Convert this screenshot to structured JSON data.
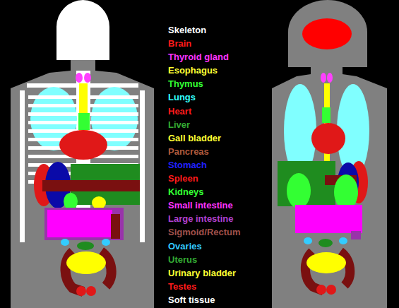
{
  "diagram": {
    "legend": [
      {
        "text": "Skeleton",
        "color": "#ffffff"
      },
      {
        "text": "Brain",
        "color": "#ff1a1a"
      },
      {
        "text": "Thyroid gland",
        "color": "#ff33ff"
      },
      {
        "text": "Esophagus",
        "color": "#ffff33"
      },
      {
        "text": "Thymus",
        "color": "#33ff33"
      },
      {
        "text": "Lungs",
        "color": "#33ffff"
      },
      {
        "text": "Heart",
        "color": "#ff1a1a"
      },
      {
        "text": "Liver",
        "color": "#33aa33"
      },
      {
        "text": "Gall bladder",
        "color": "#ffff33"
      },
      {
        "text": "Pancreas",
        "color": "#b35a3c"
      },
      {
        "text": "Stomach",
        "color": "#2020ff"
      },
      {
        "text": "Spleen",
        "color": "#ff1a1a"
      },
      {
        "text": "Kidneys",
        "color": "#33ff33"
      },
      {
        "text": "Small intestine",
        "color": "#ff33ff"
      },
      {
        "text": "Large intestine",
        "color": "#b040d0"
      },
      {
        "text": "Sigmoid/Rectum",
        "color": "#a0504a"
      },
      {
        "text": "Ovaries",
        "color": "#33ccff"
      },
      {
        "text": "Uterus",
        "color": "#33aa33"
      },
      {
        "text": "Urinary bladder",
        "color": "#ffff33"
      },
      {
        "text": "Testes",
        "color": "#ff1a1a"
      },
      {
        "text": "Soft tissue",
        "color": "#ffffff"
      }
    ]
  }
}
